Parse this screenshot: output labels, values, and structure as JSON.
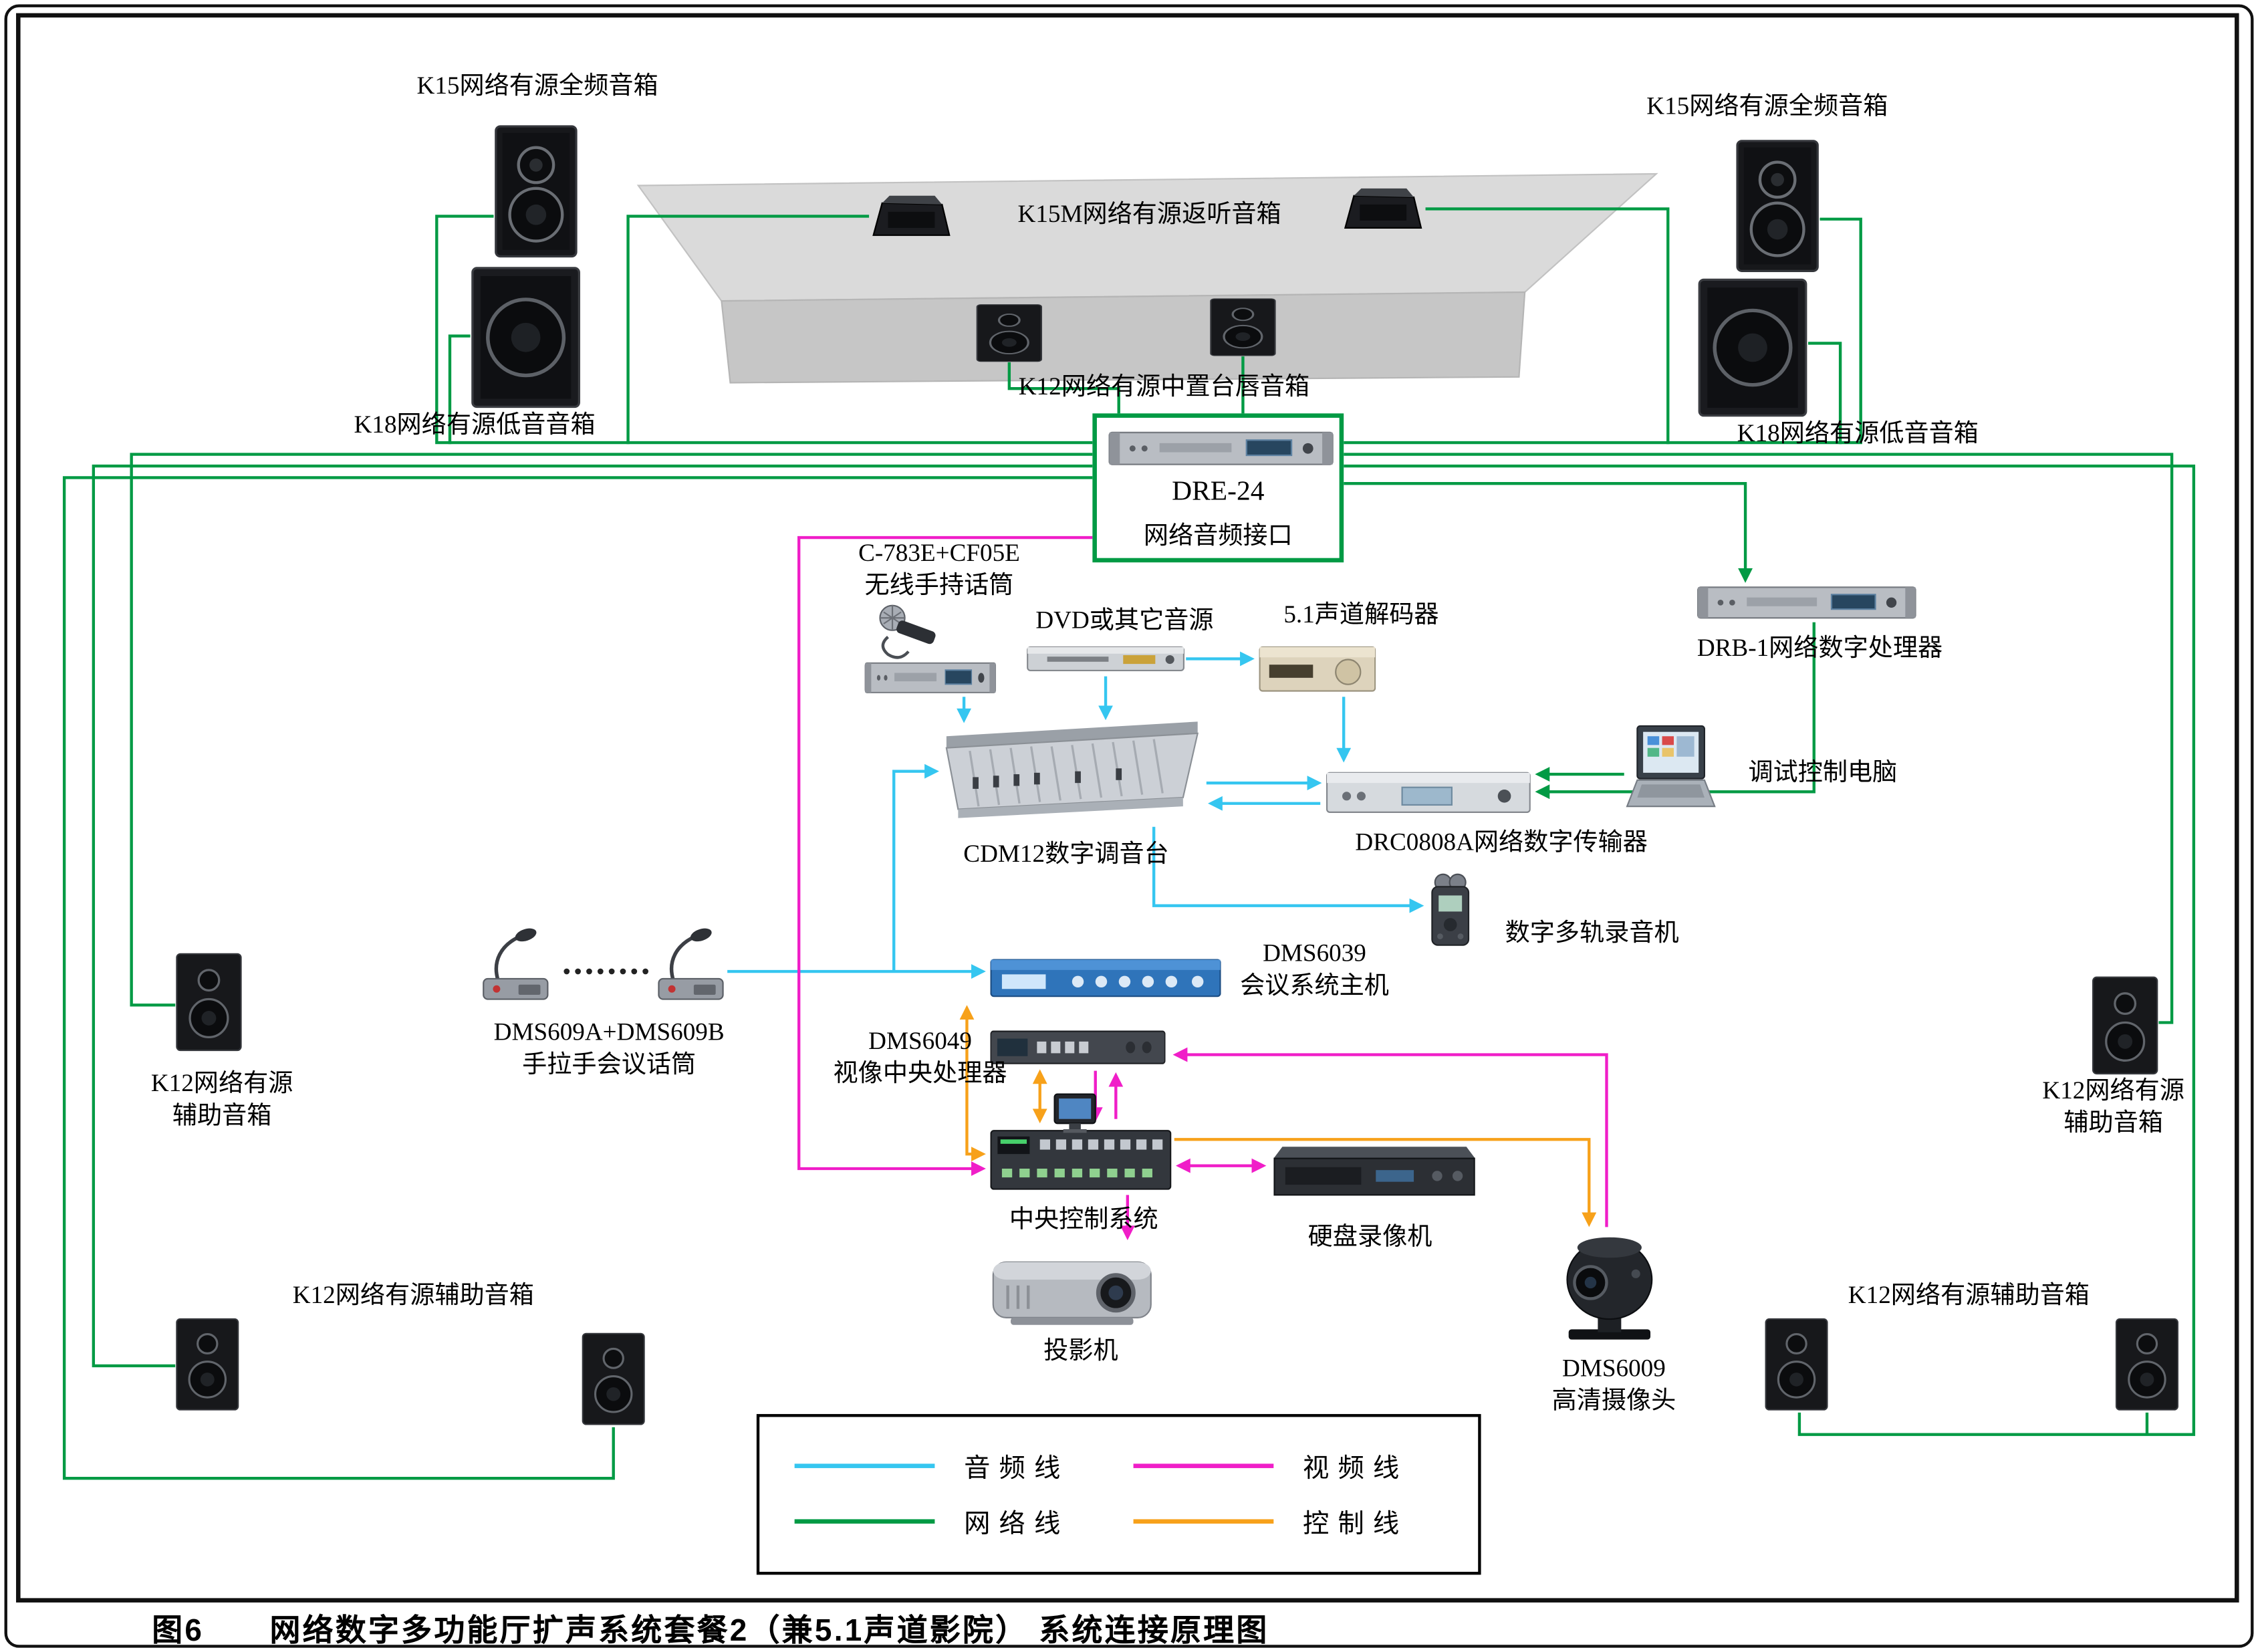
{
  "colors": {
    "audio": "#35c6f0",
    "video": "#f01ec8",
    "network": "#019a44",
    "control": "#f7a11a"
  },
  "caption": "图6　　网络数字多功能厅扩声系统套餐2（兼5.1声道影院） 系统连接原理图",
  "legend": {
    "audio": "音频线",
    "video": "视频线",
    "network": "网络线",
    "control": "控制线"
  },
  "labels": {
    "k15_left": "K15网络有源全频音箱",
    "k15_right": "K15网络有源全频音箱",
    "k15m": "K15M网络有源返听音箱",
    "k12_center": "K12网络有源中置台唇音箱",
    "k18_left": "K18网络有源低音音箱",
    "k18_right": "K18网络有源低音音箱",
    "dre24_name": "DRE-24",
    "dre24_desc": "网络音频接口",
    "c783e_name": "C-783E+CF05E",
    "c783e_desc": "无线手持话筒",
    "dvd": "DVD或其它音源",
    "decoder51": "5.1声道解码器",
    "drb1": "DRB-1网络数字处理器",
    "laptop": "调试控制电脑",
    "cdm12": "CDM12数字调音台",
    "drc0808a": "DRC0808A网络数字传输器",
    "recorder": "数字多轨录音机",
    "dms6039_name": "DMS6039",
    "dms6039_desc": "会议系统主机",
    "dms609_name": "DMS609A+DMS609B",
    "dms609_desc": "手拉手会议话筒",
    "dms6049_name": "DMS6049",
    "dms6049_desc": "视像中央处理器",
    "k12_aux_left_1": "K12网络有源",
    "k12_aux_left_2": "辅助音箱",
    "k12_aux_right_1": "K12网络有源",
    "k12_aux_right_2": "辅助音箱",
    "central_control": "中央控制系统",
    "hdd": "硬盘录像机",
    "projector": "投影机",
    "dms6009_name": "DMS6009",
    "dms6009_desc": "高清摄像头",
    "k12_aux_bl": "K12网络有源辅助音箱",
    "k12_aux_br": "K12网络有源辅助音箱"
  }
}
